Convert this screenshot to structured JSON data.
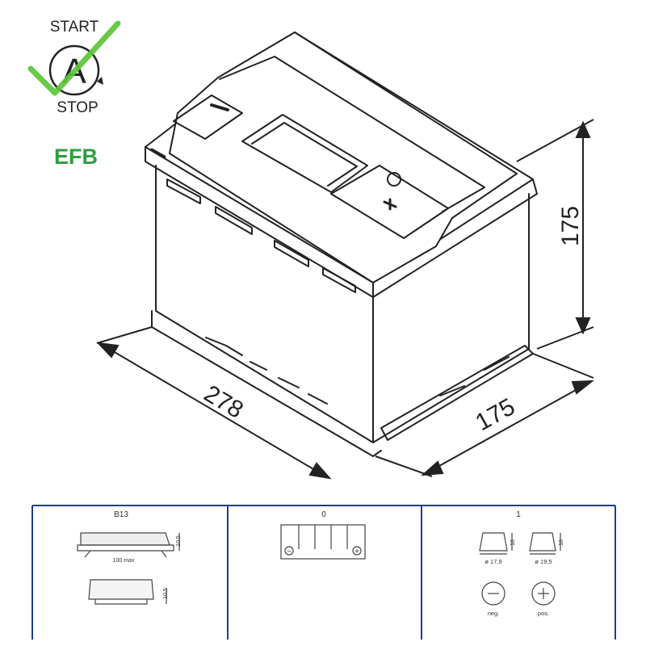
{
  "badge": {
    "start_label": "START",
    "center_letter": "A",
    "stop_label": "STOP",
    "tech_label": "EFB",
    "check_color": "#5cc43a",
    "tech_color": "#2e9e3c"
  },
  "dimensions": {
    "length": "278",
    "width": "175",
    "height": "175"
  },
  "specs": {
    "panel_hold_down": {
      "code": "B13",
      "height_top": "10,5",
      "max_label": "100 max",
      "height_bottom": "10,5"
    },
    "panel_layout": {
      "code": "0",
      "minus_symbol": "−",
      "plus_symbol": "+"
    },
    "panel_terminal": {
      "code": "1",
      "neg_height": "18",
      "neg_diameter": "ø 17,9",
      "pos_height": "18",
      "pos_diameter": "ø 19,5",
      "neg_label": "neg.",
      "pos_label": "pos."
    }
  },
  "colors": {
    "line": "#222222",
    "panel_border": "#1f3d8a"
  }
}
